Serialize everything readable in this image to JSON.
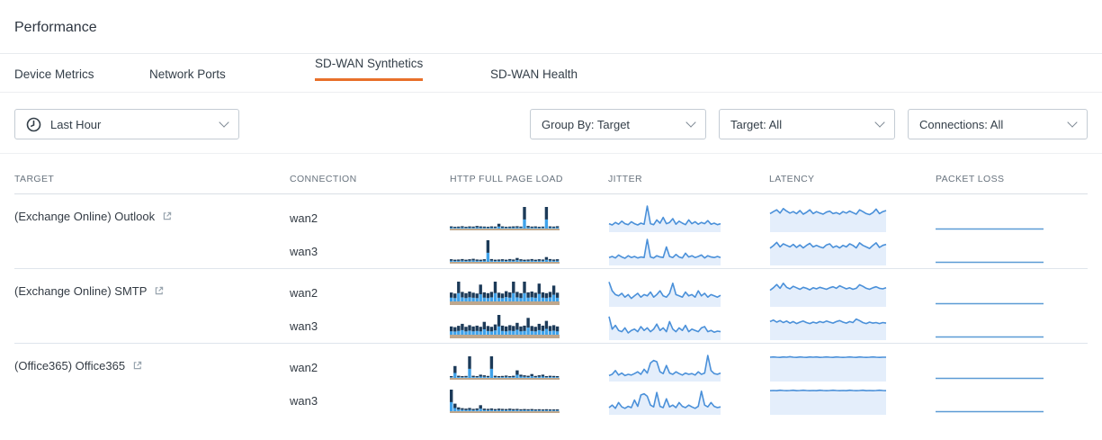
{
  "page": {
    "title": "Performance"
  },
  "tabs": [
    {
      "label": "Device Metrics",
      "active": false
    },
    {
      "label": "Network Ports",
      "active": false
    },
    {
      "label": "SD-WAN Synthetics",
      "active": true
    },
    {
      "label": "SD-WAN Health",
      "active": false
    }
  ],
  "filters": {
    "time_range": "Last Hour",
    "group_by": "Group By: Target",
    "target": "Target: All",
    "connections": "Connections: All"
  },
  "icons": {
    "clock": "clock-icon",
    "chevron": "chevron-down-icon",
    "external_link": "external-link-icon"
  },
  "colors": {
    "accent": "#e8702a",
    "bar_top": "#1c3a58",
    "bar_mid": "#3fa2ea",
    "bar_base": "#bfa78c",
    "line": "#4a90d9",
    "line_fill": "#e4eefb",
    "packet_line": "#5b9bd5"
  },
  "table": {
    "columns": [
      "Target",
      "Connection",
      "HTTP Full Page Load",
      "Jitter",
      "Latency",
      "Packet Loss"
    ],
    "groups": [
      {
        "target": "(Exchange Online) Outlook",
        "rows": [
          {
            "connection": "wan2",
            "http": {
              "type": "bars",
              "base": 2,
              "values": [
                0.1,
                0.08,
                0.09,
                0.11,
                0.08,
                0.1,
                0.09,
                0.12,
                0.1,
                0.09,
                0.08,
                0.1,
                0.09,
                0.22,
                0.1,
                0.08,
                0.09,
                0.1,
                0.11,
                0.09,
                1.0,
                0.12,
                0.09,
                0.1,
                0.08,
                0.09,
                1.0,
                0.1,
                0.09,
                0.11
              ]
            },
            "jitter": {
              "type": "line",
              "values": [
                0.3,
                0.25,
                0.35,
                0.28,
                0.4,
                0.3,
                0.26,
                0.38,
                0.3,
                0.25,
                0.32,
                0.28,
                1.0,
                0.3,
                0.26,
                0.45,
                0.32,
                0.55,
                0.3,
                0.35,
                0.5,
                0.28,
                0.4,
                0.32,
                0.26,
                0.45,
                0.3,
                0.38,
                0.28,
                0.35,
                0.3,
                0.42,
                0.28,
                0.32,
                0.26,
                0.3
              ]
            },
            "latency": {
              "type": "line",
              "values": [
                0.7,
                0.78,
                0.85,
                0.72,
                0.9,
                0.8,
                0.72,
                0.78,
                0.7,
                0.82,
                0.68,
                0.75,
                0.85,
                0.7,
                0.78,
                0.72,
                0.68,
                0.76,
                0.8,
                0.7,
                0.74,
                0.68,
                0.78,
                0.72,
                0.8,
                0.74,
                0.68,
                0.85,
                0.78,
                0.7,
                0.66,
                0.74,
                0.88,
                0.7,
                0.78,
                0.82
              ]
            },
            "packet_loss": {
              "type": "flat",
              "values": [
                0,
                0
              ]
            }
          },
          {
            "connection": "wan3",
            "http": {
              "type": "bars",
              "base": 2,
              "values": [
                0.12,
                0.1,
                0.11,
                0.13,
                0.1,
                0.12,
                0.14,
                0.11,
                0.1,
                0.12,
                1.0,
                0.13,
                0.1,
                0.11,
                0.12,
                0.1,
                0.13,
                0.11,
                0.18,
                0.12,
                0.1,
                0.11,
                0.13,
                0.1,
                0.12,
                0.11,
                0.22,
                0.13,
                0.11,
                0.12
              ]
            },
            "jitter": {
              "type": "line",
              "values": [
                0.28,
                0.32,
                0.26,
                0.38,
                0.3,
                0.25,
                0.35,
                0.28,
                0.32,
                0.26,
                0.3,
                0.28,
                1.0,
                0.3,
                0.26,
                0.35,
                0.3,
                0.28,
                0.7,
                0.32,
                0.28,
                0.4,
                0.3,
                0.26,
                0.45,
                0.3,
                0.35,
                0.28,
                0.32,
                0.38,
                0.26,
                0.35,
                0.3,
                0.28,
                0.32,
                0.28
              ]
            },
            "latency": {
              "type": "line",
              "values": [
                0.65,
                0.75,
                0.88,
                0.7,
                0.82,
                0.76,
                0.7,
                0.8,
                0.68,
                0.78,
                0.66,
                0.76,
                0.84,
                0.7,
                0.76,
                0.7,
                0.66,
                0.78,
                0.82,
                0.68,
                0.74,
                0.66,
                0.76,
                0.7,
                0.82,
                0.76,
                0.66,
                0.86,
                0.76,
                0.7,
                0.64,
                0.76,
                0.86,
                0.68,
                0.76,
                0.8
              ]
            },
            "packet_loss": {
              "type": "flat",
              "values": [
                0,
                0
              ]
            }
          }
        ]
      },
      {
        "target": "(Exchange Online) SMTP",
        "rows": [
          {
            "connection": "wan2",
            "http": {
              "type": "bars",
              "base": 4,
              "values": [
                0.45,
                0.4,
                1.0,
                0.48,
                0.42,
                0.5,
                0.44,
                0.4,
                0.85,
                0.46,
                0.42,
                0.48,
                1.0,
                0.44,
                0.4,
                0.52,
                0.46,
                1.0,
                0.48,
                0.42,
                1.0,
                0.46,
                0.5,
                0.44,
                0.9,
                0.46,
                0.42,
                0.48,
                0.8,
                0.44
              ]
            },
            "jitter": {
              "type": "line",
              "values": [
                0.95,
                0.6,
                0.45,
                0.4,
                0.5,
                0.35,
                0.45,
                0.3,
                0.4,
                0.5,
                0.35,
                0.45,
                0.4,
                0.55,
                0.35,
                0.45,
                0.6,
                0.4,
                0.35,
                0.5,
                0.9,
                0.45,
                0.4,
                0.35,
                0.55,
                0.4,
                0.45,
                0.35,
                0.6,
                0.4,
                0.5,
                0.35,
                0.45,
                0.4,
                0.35,
                0.42
              ]
            },
            "latency": {
              "type": "line",
              "values": [
                0.62,
                0.72,
                0.85,
                0.7,
                0.9,
                0.74,
                0.68,
                0.78,
                0.72,
                0.66,
                0.74,
                0.7,
                0.64,
                0.72,
                0.68,
                0.74,
                0.7,
                0.66,
                0.72,
                0.76,
                0.7,
                0.8,
                0.74,
                0.68,
                0.72,
                0.66,
                0.7,
                0.84,
                0.78,
                0.7,
                0.66,
                0.72,
                0.76,
                0.7,
                0.68,
                0.72
              ]
            },
            "packet_loss": {
              "type": "flat",
              "values": [
                0,
                0
              ]
            }
          },
          {
            "connection": "wan3",
            "http": {
              "type": "bars",
              "base": 4,
              "values": [
                0.42,
                0.38,
                0.45,
                0.55,
                0.4,
                0.48,
                0.42,
                0.46,
                0.4,
                0.65,
                0.44,
                0.4,
                0.52,
                1.0,
                0.46,
                0.42,
                0.48,
                0.44,
                0.6,
                0.42,
                0.46,
                0.85,
                0.44,
                0.4,
                0.55,
                0.46,
                0.7,
                0.44,
                0.48,
                0.42
              ]
            },
            "jitter": {
              "type": "line",
              "values": [
                0.9,
                0.4,
                0.55,
                0.35,
                0.3,
                0.45,
                0.25,
                0.35,
                0.4,
                0.3,
                0.5,
                0.35,
                0.45,
                0.3,
                0.4,
                0.6,
                0.35,
                0.45,
                0.3,
                0.7,
                0.4,
                0.3,
                0.45,
                0.35,
                0.55,
                0.3,
                0.4,
                0.35,
                0.3,
                0.45,
                0.5,
                0.3,
                0.35,
                0.28,
                0.32,
                0.3
              ]
            },
            "latency": {
              "type": "line",
              "values": [
                0.7,
                0.76,
                0.68,
                0.74,
                0.66,
                0.72,
                0.64,
                0.7,
                0.62,
                0.68,
                0.72,
                0.66,
                0.62,
                0.68,
                0.64,
                0.7,
                0.66,
                0.72,
                0.68,
                0.64,
                0.7,
                0.74,
                0.68,
                0.64,
                0.7,
                0.66,
                0.8,
                0.74,
                0.66,
                0.62,
                0.68,
                0.64,
                0.66,
                0.62,
                0.66,
                0.64
              ]
            },
            "packet_loss": {
              "type": "flat",
              "values": [
                0,
                0
              ]
            }
          }
        ]
      },
      {
        "target": "(Office365) Office365",
        "rows": [
          {
            "connection": "wan2",
            "http": {
              "type": "bars",
              "base": 2,
              "values": [
                0.08,
                0.55,
                0.1,
                0.08,
                0.09,
                1.0,
                0.1,
                0.08,
                0.15,
                0.12,
                0.09,
                1.0,
                0.1,
                0.08,
                0.09,
                0.11,
                0.08,
                0.1,
                0.35,
                0.15,
                0.12,
                0.1,
                0.18,
                0.09,
                0.12,
                0.15,
                0.08,
                0.1,
                0.09,
                0.08
              ]
            },
            "jitter": {
              "type": "line",
              "values": [
                0.2,
                0.25,
                0.4,
                0.22,
                0.3,
                0.2,
                0.25,
                0.22,
                0.28,
                0.35,
                0.25,
                0.45,
                0.3,
                0.7,
                0.8,
                0.75,
                0.35,
                0.28,
                0.6,
                0.3,
                0.25,
                0.35,
                0.28,
                0.22,
                0.3,
                0.25,
                0.28,
                0.22,
                0.35,
                0.25,
                0.3,
                1.0,
                0.4,
                0.28,
                0.25,
                0.3
              ]
            },
            "latency": {
              "type": "line",
              "values": [
                0.93,
                0.94,
                0.93,
                0.92,
                0.94,
                0.93,
                0.95,
                0.93,
                0.92,
                0.94,
                0.93,
                0.92,
                0.94,
                0.93,
                0.94,
                0.92,
                0.93,
                0.94,
                0.93,
                0.92,
                0.94,
                0.93,
                0.92,
                0.93,
                0.94,
                0.93,
                0.92,
                0.94,
                0.93,
                0.92,
                0.93,
                0.94,
                0.93,
                0.92,
                0.93,
                0.93
              ]
            },
            "packet_loss": {
              "type": "flat",
              "values": [
                0,
                0
              ]
            }
          },
          {
            "connection": "wan3",
            "http": {
              "type": "bars",
              "base": 2,
              "values": [
                1.0,
                0.35,
                0.18,
                0.14,
                0.12,
                0.15,
                0.11,
                0.13,
                0.28,
                0.12,
                0.11,
                0.13,
                0.1,
                0.12,
                0.11,
                0.1,
                0.12,
                0.1,
                0.11,
                0.09,
                0.1,
                0.09,
                0.1,
                0.08,
                0.09,
                0.08,
                0.09,
                0.08,
                0.07,
                0.08
              ]
            },
            "jitter": {
              "type": "line",
              "values": [
                0.25,
                0.35,
                0.22,
                0.45,
                0.28,
                0.22,
                0.3,
                0.25,
                0.55,
                0.3,
                0.75,
                0.8,
                0.7,
                0.35,
                0.28,
                0.85,
                0.3,
                0.25,
                0.6,
                0.28,
                0.35,
                0.25,
                0.45,
                0.3,
                0.25,
                0.35,
                0.28,
                0.22,
                0.3,
                0.9,
                0.35,
                0.28,
                0.45,
                0.3,
                0.25,
                0.28
              ]
            },
            "latency": {
              "type": "line",
              "values": [
                0.92,
                0.93,
                0.92,
                0.94,
                0.93,
                0.92,
                0.93,
                0.94,
                0.92,
                0.93,
                0.94,
                0.93,
                0.92,
                0.93,
                0.92,
                0.94,
                0.93,
                0.92,
                0.93,
                0.94,
                0.93,
                0.92,
                0.93,
                0.92,
                0.94,
                0.93,
                0.92,
                0.93,
                0.94,
                0.92,
                0.93,
                0.92,
                0.93,
                0.94,
                0.93,
                0.92
              ]
            },
            "packet_loss": {
              "type": "flat",
              "values": [
                0,
                0
              ]
            }
          }
        ]
      }
    ]
  }
}
